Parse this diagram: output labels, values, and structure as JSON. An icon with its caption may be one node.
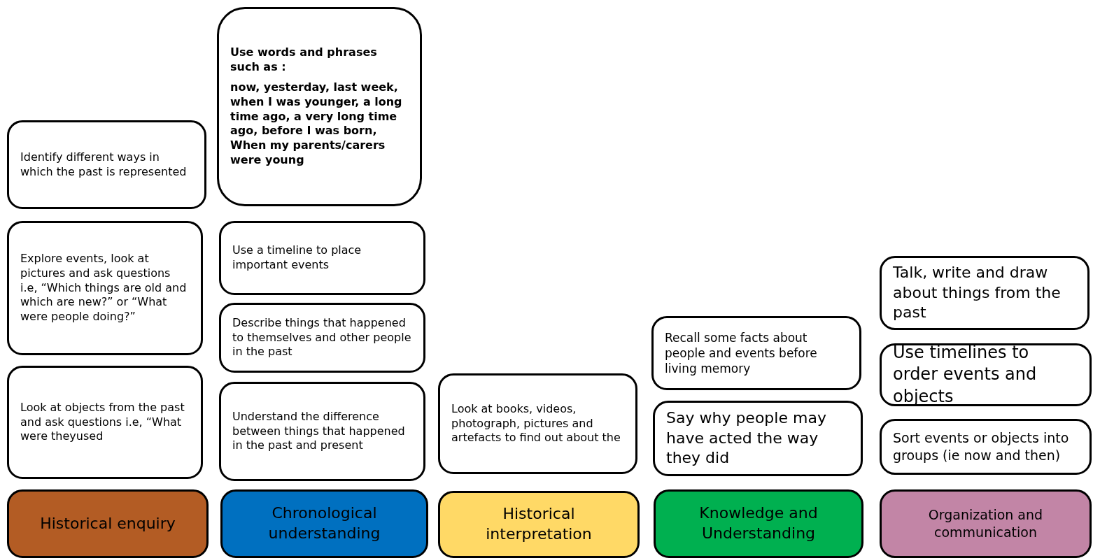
{
  "diagram": {
    "nodes": [
      {
        "text": [
          "Identify different ways in which the past is represented"
        ]
      },
      {
        "text": [
          "Explore events, look at pictures and ask questions i.e, “Which things are old and which are new?” or “What were people doing?”"
        ]
      },
      {
        "text": [
          "Look at objects from the past and ask questions i.e, “What were theyused"
        ]
      },
      {
        "text": [
          "Historical enquiry"
        ]
      },
      {
        "text": [
          "Use words and phrases such as :",
          "now, yesterday, last week, when I was younger, a long time ago, a very long time ago, before I was born, When my parents/carers were young"
        ]
      },
      {
        "text": [
          "Use a timeline to place important events"
        ]
      },
      {
        "text": [
          "Describe things that happened to themselves and other people in the past"
        ]
      },
      {
        "text": [
          "Understand the difference between things that happened in the past and present"
        ]
      },
      {
        "text": [
          "Chronological understanding"
        ]
      },
      {
        "text": [
          "Look at books, videos, photograph, pictures and artefacts to find out about the"
        ]
      },
      {
        "text": [
          "Historical interpretation"
        ]
      },
      {
        "text": [
          "Recall some facts about people and events before living memory"
        ]
      },
      {
        "text": [
          "Say why people may have acted the way they did"
        ]
      },
      {
        "text": [
          "Knowledge and Understanding"
        ]
      },
      {
        "text": [
          "Talk, write and draw about things from the past"
        ]
      },
      {
        "text": [
          "Use timelines to order events and objects"
        ]
      },
      {
        "text": [
          "Sort events or objects into groups (ie now and then)"
        ]
      },
      {
        "text": [
          "Organization and communication"
        ]
      }
    ]
  }
}
